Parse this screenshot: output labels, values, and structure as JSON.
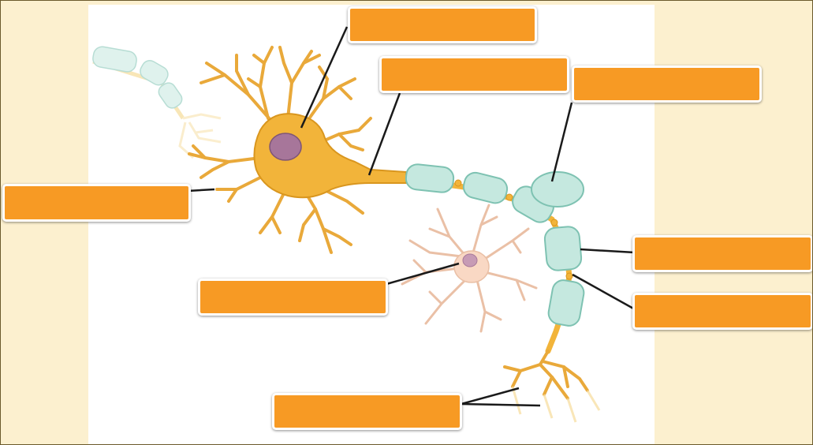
{
  "diagram": {
    "label_fill": "#f79a24",
    "label_border": "#ffffff",
    "background": "#fcf0cf",
    "panel": "#ffffff",
    "neuron_color": "#f2b43a",
    "neuron_dark": "#d9961e",
    "nucleus_color": "#a7769a",
    "myelin_color": "#c5e8df",
    "myelin_edge": "#7ec2b2",
    "glia_color": "#f9d8c4",
    "glia_nucleus": "#c79bb5",
    "labels": [
      {
        "id": "label-top-1",
        "text": ""
      },
      {
        "id": "label-top-2",
        "text": ""
      },
      {
        "id": "label-top-3",
        "text": ""
      },
      {
        "id": "label-left",
        "text": ""
      },
      {
        "id": "label-glia",
        "text": ""
      },
      {
        "id": "label-right-1",
        "text": ""
      },
      {
        "id": "label-right-2",
        "text": ""
      },
      {
        "id": "label-bottom",
        "text": ""
      }
    ]
  }
}
